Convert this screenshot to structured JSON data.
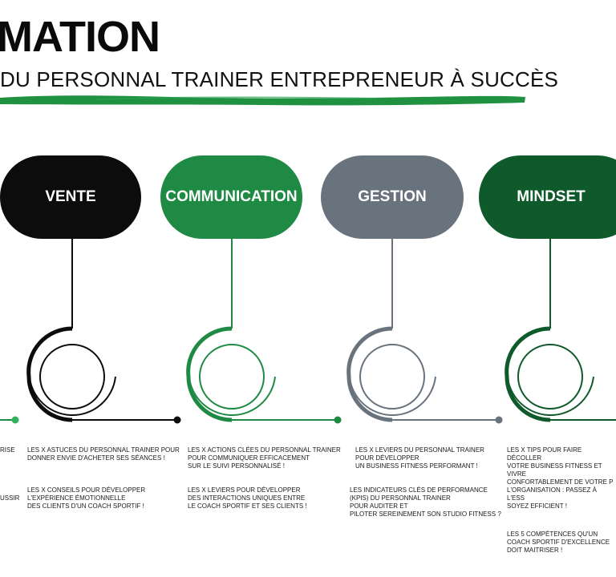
{
  "header": {
    "title": "MATION",
    "subtitle": "DU PERSONNAL TRAINER ENTREPRENEUR À SUCCÈS"
  },
  "colors": {
    "accent_green": "#1e8a3e",
    "underline": "#1f9140",
    "black": "#0c0c0c",
    "green": "#1e8a43",
    "grey": "#69737d",
    "dark_green": "#0f5a2b"
  },
  "columns": [
    {
      "label": "VENTE",
      "color": "#0c0c0c",
      "items": [
        "LES X ASTUCES DU PERSONNAL TRAINER POUR\nDONNER ENVIE D'ACHETER SES SÉANCES !",
        "LES X CONSEILS POUR DÉVELOPPER\nL'EXPÉRIENCE ÉMOTIONNELLE\nDES CLIENTS D'UN COACH SPORTIF !"
      ]
    },
    {
      "label": "COMMUNICATION",
      "color": "#1e8a43",
      "items": [
        "LES X ACTIONS CLÉES DU PERSONNAL TRAINER\nPOUR COMMUNIQUER EFFICACEMENT\nSUR LE SUIVI PERSONNALISÉ !",
        "LES X LEVIERS POUR DÉVELOPPER\nDES INTERACTIONS UNIQUES ENTRE\nLE COACH SPORTIF ET SES CLIENTS !"
      ]
    },
    {
      "label": "GESTION",
      "color": "#69737d",
      "items": [
        "LES X LEVIERS DU PERSONNAL TRAINER\nPOUR DÉVELOPPER\nUN BUSINESS FITNESS PERFORMANT !",
        "LES INDICATEURS CLÉS DE PERFORMANCE\n(KPIS) DU PERSONNAL TRAINER\nPOUR AUDITER ET\nPILOTER SEREINEMENT SON STUDIO FITNESS ?"
      ]
    },
    {
      "label": "MINDSET",
      "color": "#0f5a2b",
      "items": [
        "LES X TIPS POUR FAIRE DÉCOLLER\nVOTRE BUSINESS FITNESS ET VIVRE\nCONFORTABLEMENT DE VOTRE P",
        "L'ORGANISATION : PASSEZ À L'ESS\nSOYEZ EFFICIENT !",
        "LES 5 COMPÉTENCES  QU'UN\nCOACH SPORTIF D'EXCELLENCE\nDOIT MAITRISER !"
      ]
    }
  ],
  "left_partial_items": [
    "RISE",
    "USSIR"
  ]
}
